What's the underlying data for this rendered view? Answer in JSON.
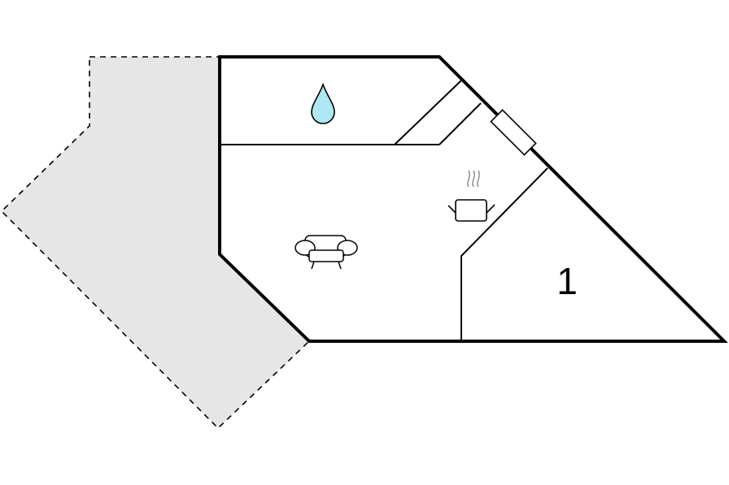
{
  "floor_plan": {
    "rooms": [
      {
        "id": "bedroom",
        "label": "1"
      }
    ],
    "icons": [
      {
        "name": "water-drop-icon",
        "meaning": "bathroom"
      },
      {
        "name": "cooking-pot-icon",
        "meaning": "kitchen"
      },
      {
        "name": "sofa-icon",
        "meaning": "living room"
      },
      {
        "name": "window-icon",
        "meaning": "window"
      }
    ],
    "colors": {
      "wall": "#000000",
      "terrace_fill": "#e6e6e6",
      "water": "#aee8f2",
      "background": "#ffffff"
    }
  }
}
